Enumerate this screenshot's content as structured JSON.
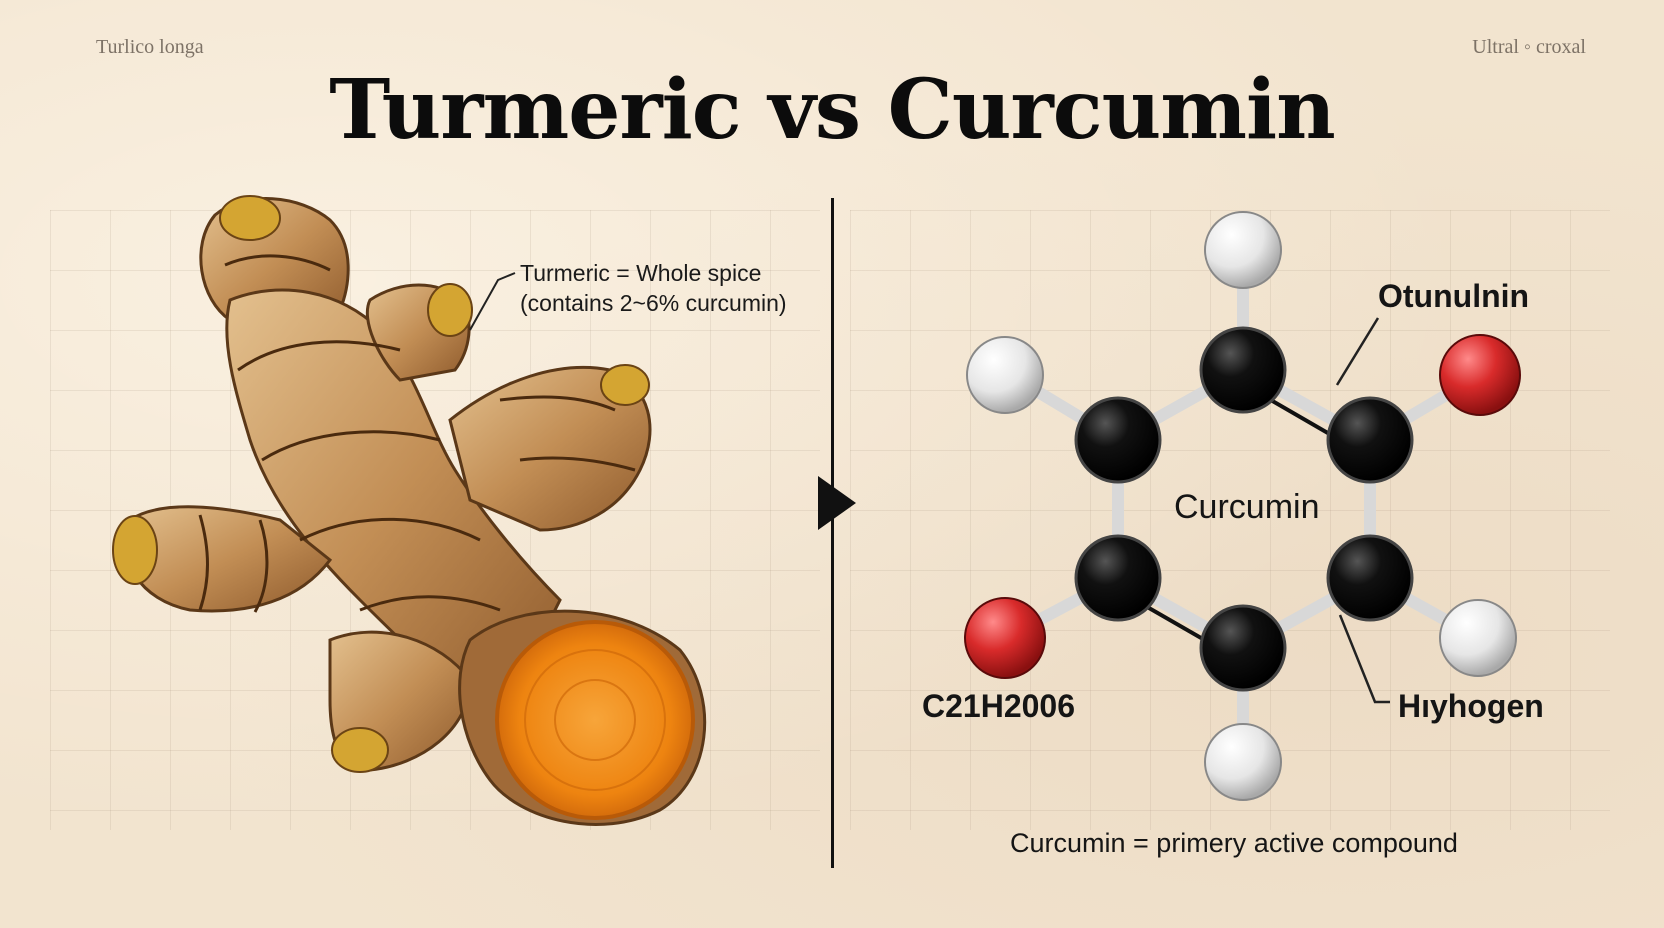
{
  "header": {
    "corner_left": "Turlico longa",
    "corner_right": "Ultral ◦ croxal",
    "title": "Turmeric vs Curcumin"
  },
  "turmeric": {
    "callout_line1": "Turmeric = Whole spice",
    "callout_line2": "(contains 2~6% curcumin)"
  },
  "molecule": {
    "center_label": "Curcumin",
    "label_top_right": "Otunulnin",
    "label_bottom_left": "C21H2006",
    "label_bottom_right": "Hıyhogen",
    "caption": "Curcumin = primery active compound"
  },
  "colors": {
    "background": "#f2e4cf",
    "carbon": "#111111",
    "oxygen": "#d92b2b",
    "hydrogen": "#f2f2f2",
    "turmeric_flesh": "#f08a12",
    "turmeric_skin": "#c7965e"
  }
}
